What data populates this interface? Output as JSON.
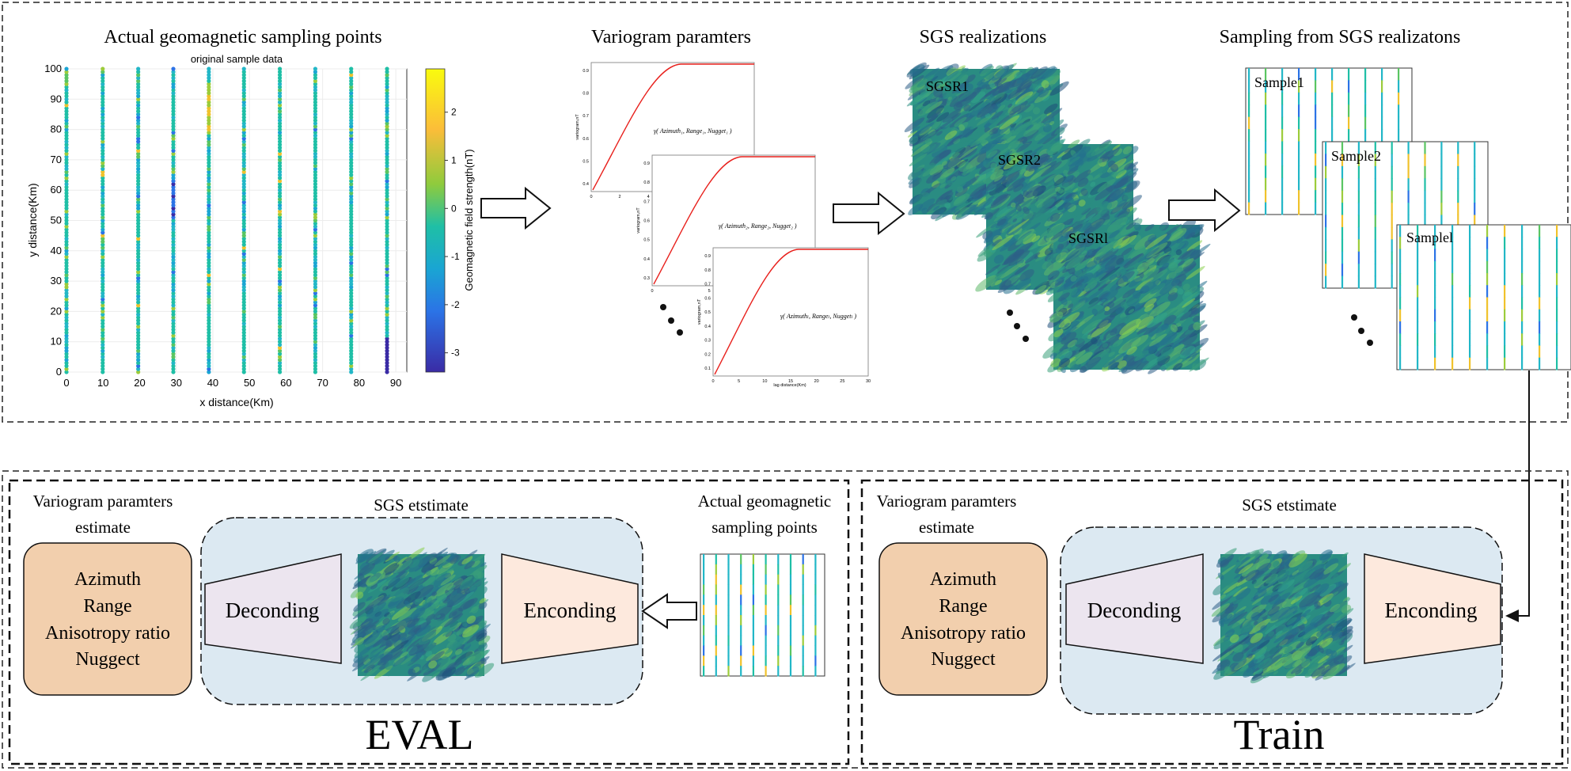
{
  "top": {
    "panel1": {
      "title": "Actual geomagnetic sampling points",
      "plot_title": "original sample data",
      "xlabel": "x distance(Km)",
      "ylabel": "y distance(Km)",
      "colorbar_label": "Geomagnetic field strength(nT)",
      "x_ticks": [
        "0",
        "10",
        "20",
        "30",
        "40",
        "50",
        "60",
        "70",
        "80",
        "90"
      ],
      "y_ticks": [
        "0",
        "10",
        "20",
        "30",
        "40",
        "50",
        "60",
        "70",
        "80",
        "90",
        "100"
      ],
      "cb_ticks": [
        "2",
        "1",
        "0",
        "-1",
        "-2",
        "-3"
      ]
    },
    "panel2": {
      "title": "Variogram paramters",
      "ylabel": "variogram,nT",
      "xlabel": "lag distance(Km)",
      "formula1": "γ( Azimuth₁, Range₁, Nugget₁ )",
      "formula2": "γ( Azimuth₂, Range₂, Nugget₂ )",
      "formula3": "γ( Azimuthₗ, Rangeₗ, Nuggetₗ )",
      "ticks_y1": [
        "0.9",
        "0.8",
        "0.7",
        "0.6",
        "0.5",
        "0.4"
      ],
      "ticks_y2": [
        "0.9",
        "0.8",
        "0.7",
        "0.6",
        "0.5",
        "0.4",
        "0.3"
      ],
      "ticks_y3": [
        "0.9",
        "0.8",
        "0.7",
        "0.6",
        "0.5",
        "0.4",
        "0.3",
        "0.2",
        "0.1"
      ],
      "ticks_x1": [
        "0",
        "2",
        "4"
      ],
      "ticks_x2": [
        "0",
        "5"
      ],
      "ticks_x3": [
        "0",
        "5",
        "10",
        "15",
        "20",
        "25",
        "30"
      ]
    },
    "panel3": {
      "title": "SGS realizations",
      "label1": "SGSR1",
      "label2": "SGSR2",
      "label3": "SGSRl"
    },
    "panel4": {
      "title": "Sampling from SGS realizatons",
      "label1": "Sample1",
      "label2": "Sample2",
      "label3": "Samplel"
    }
  },
  "eval": {
    "variogram_title": "Variogram paramters\nestimate",
    "variogram_title_line1": "Variogram paramters",
    "variogram_title_line2": "estimate",
    "params": [
      "Azimuth",
      "Range",
      "Anisotropy ratio",
      "Nuggect"
    ],
    "sgs_title": "SGS etstimate",
    "decoder": "Deconding",
    "encoder": "Enconding",
    "input_title_line1": "Actual geomagnetic",
    "input_title_line2": "sampling points",
    "caption": "EVAL"
  },
  "train": {
    "variogram_title_line1": "Variogram paramters",
    "variogram_title_line2": "estimate",
    "params": [
      "Azimuth",
      "Range",
      "Anisotropy ratio",
      "Nuggect"
    ],
    "sgs_title": "SGS etstimate",
    "decoder": "Deconding",
    "encoder": "Enconding",
    "caption": "Train"
  },
  "colors": {
    "param_box": "#f2cfad",
    "sgs_box": "#dce9f2",
    "decoder": "#ece5ef",
    "encoder": "#fde9dd",
    "curve": "#e8201c",
    "field_dark": "#2d5f86",
    "field_mid": "#2a8c82",
    "field_light": "#8bd04f"
  }
}
